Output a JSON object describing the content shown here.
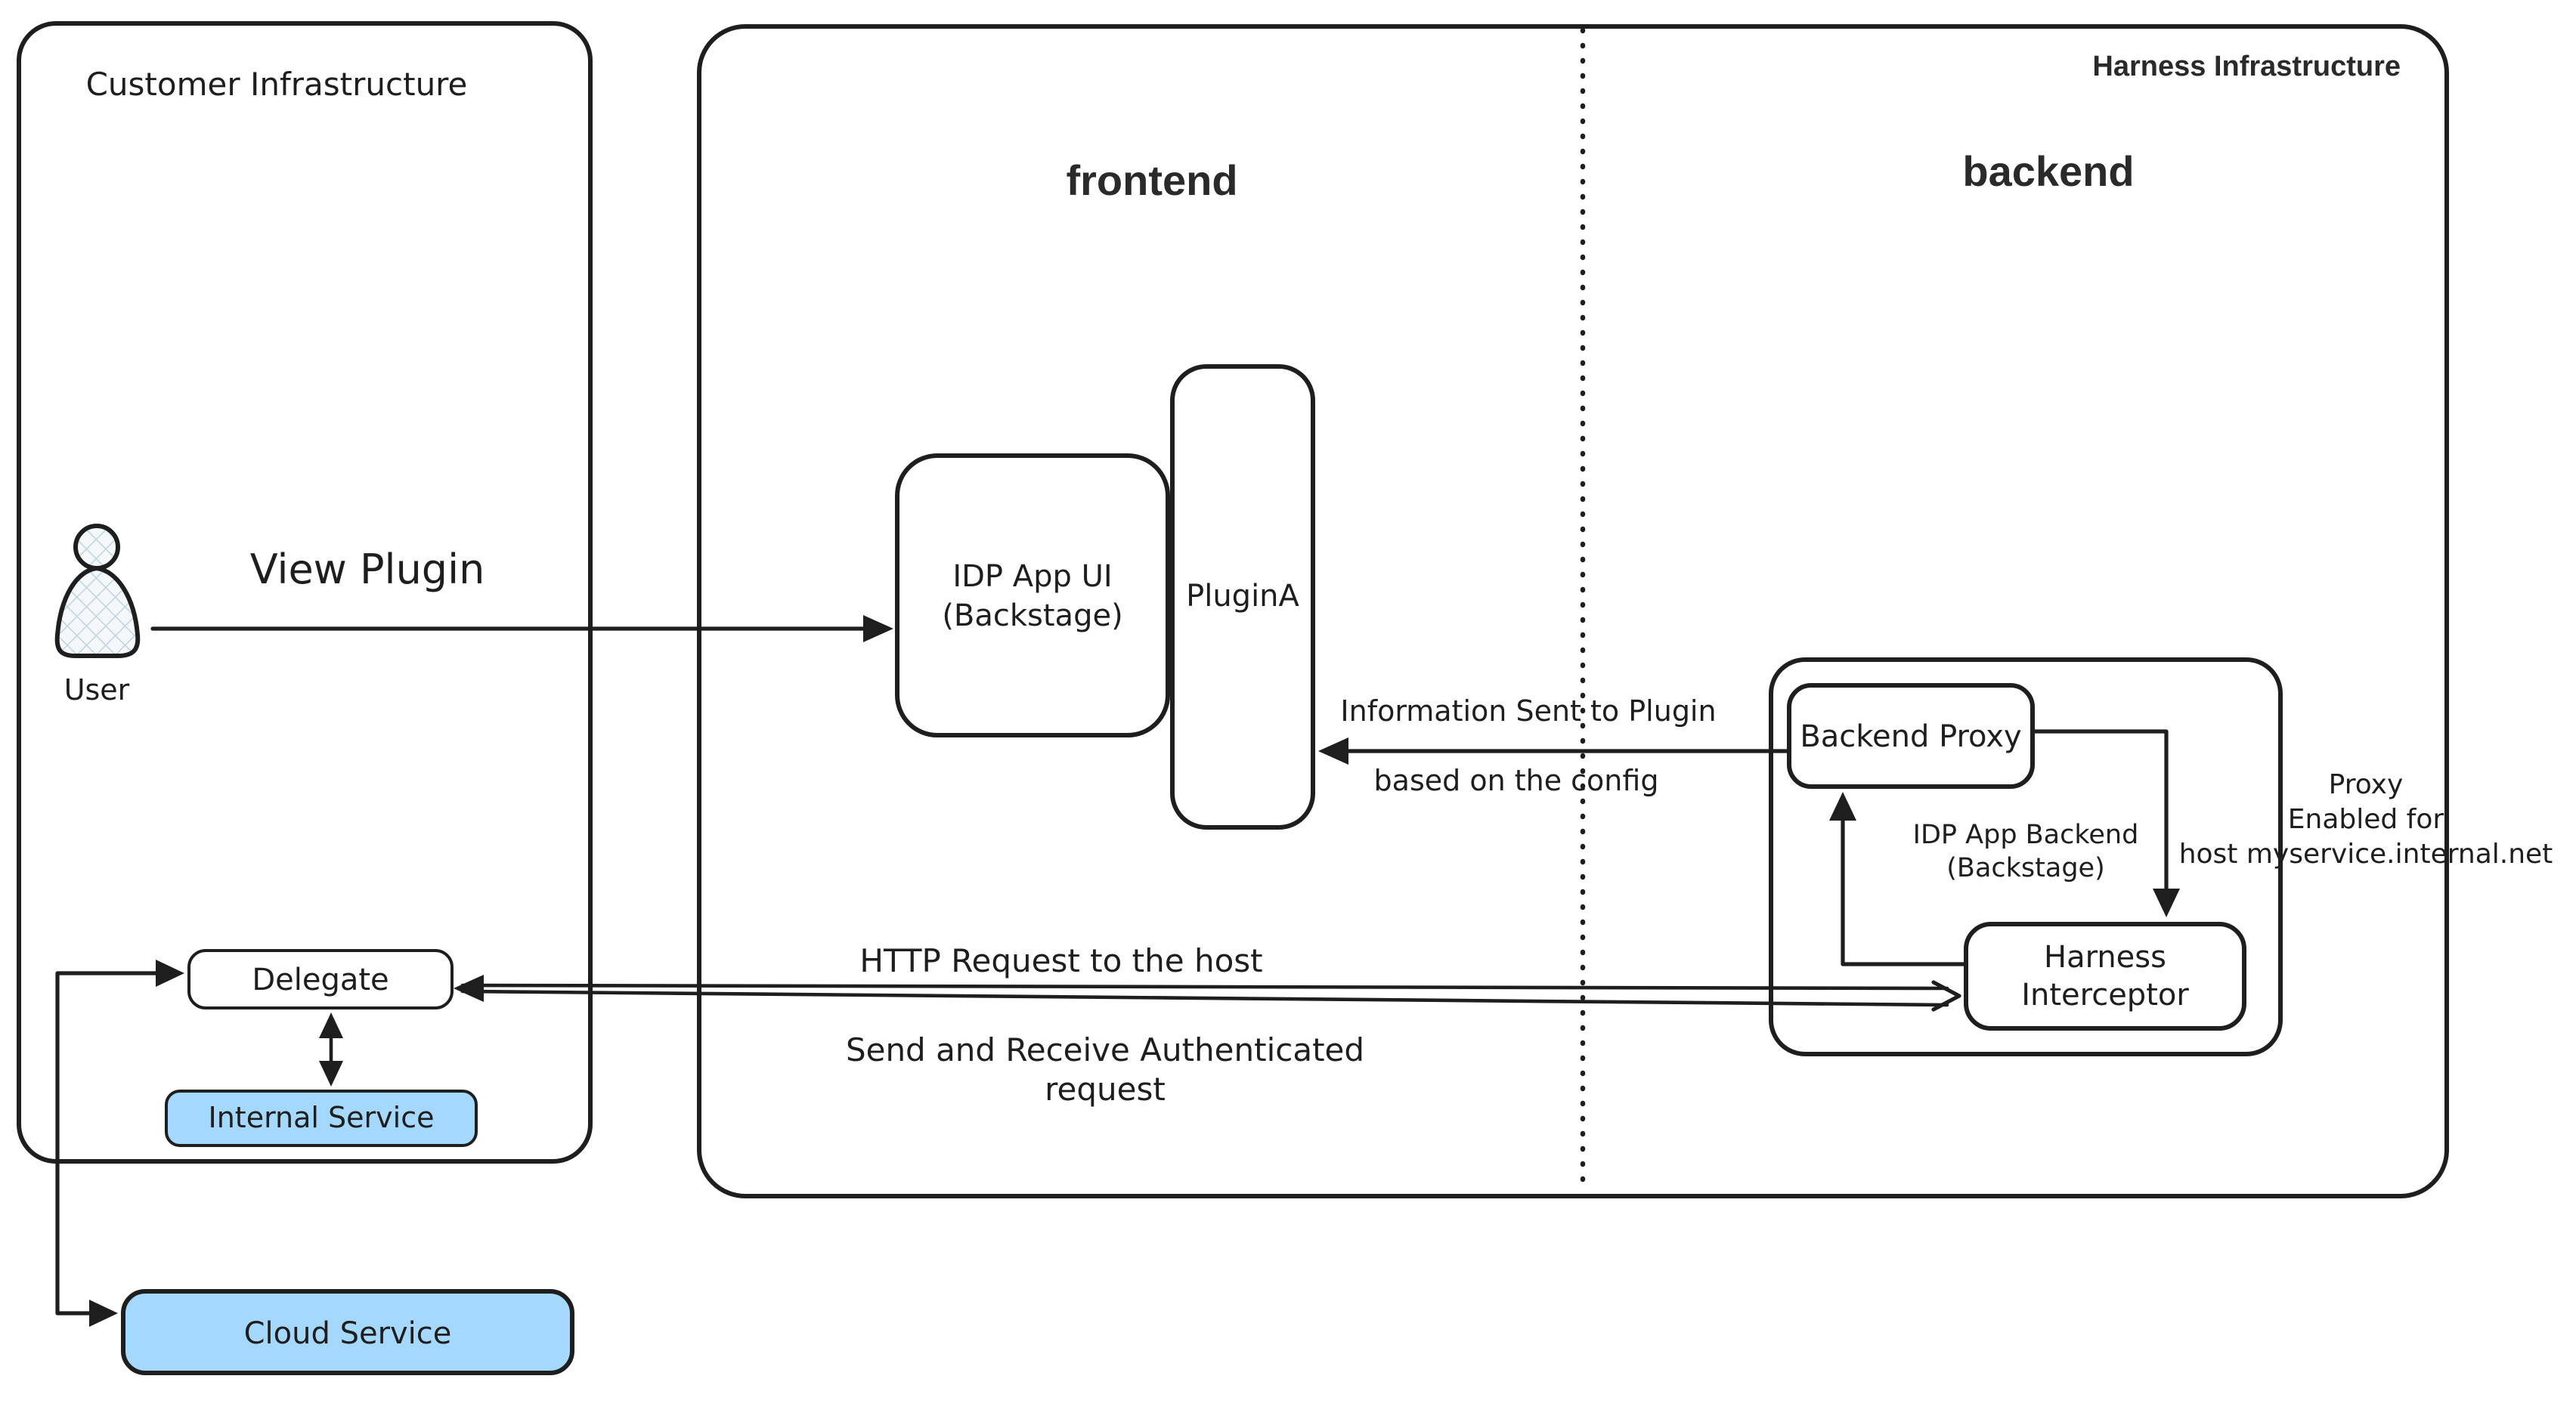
{
  "colors": {
    "ink": "#1e1e1e",
    "service_fill_blue": "#a5d8ff",
    "background": "#ffffff"
  },
  "customer": {
    "title": "Customer Infrastructure",
    "user_label": "User",
    "delegate_label": "Delegate",
    "internal_service_label": "Internal Service"
  },
  "cloud": {
    "cloud_service_label": "Cloud Service"
  },
  "harness": {
    "title": "Harness Infrastructure",
    "frontend_label": "frontend",
    "backend_label": "backend",
    "idp_app_ui": {
      "line1": "IDP App UI",
      "line2": "(Backstage)"
    },
    "plugin_a_label": "PluginA",
    "backend_proxy_label": "Backend Proxy",
    "idp_app_backend": {
      "line1": "IDP App Backend",
      "line2": "(Backstage)"
    },
    "interceptor": {
      "line1": "Harness",
      "line2": "Interceptor"
    },
    "proxy_note": {
      "line1": "Proxy",
      "line2": "Enabled for",
      "line3": "host myservice.internal.net"
    }
  },
  "arrows": {
    "view_plugin_label": "View Plugin",
    "info_sent": {
      "line1": "Information Sent to Plugin",
      "line2": "based on the config"
    },
    "http_request_label": "HTTP Request to the host",
    "send_receive": {
      "line1": "Send and Receive Authenticated",
      "line2": "request"
    }
  }
}
